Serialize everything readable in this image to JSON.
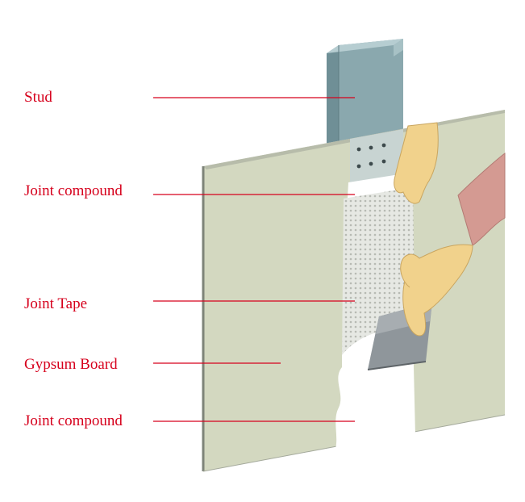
{
  "labels": {
    "stud": "Stud",
    "joint_compound_top": "Joint compound",
    "joint_tape": "Joint Tape",
    "gypsum_board": "Gypsum Board",
    "joint_compound_bottom": "Joint compound"
  },
  "colors": {
    "label_text": "#d6001c",
    "leader_line": "#d6001c",
    "gypsum_board": "#d3d8c0",
    "board_edge": "#8e938a",
    "stud_metal": "#88a6ac",
    "joint_compound": "#ffffff",
    "joint_tape_mesh": "#c9ccc6",
    "skin": "#f1d28c",
    "sleeve": "#d49a92",
    "putty_knife": "#8f969b"
  }
}
